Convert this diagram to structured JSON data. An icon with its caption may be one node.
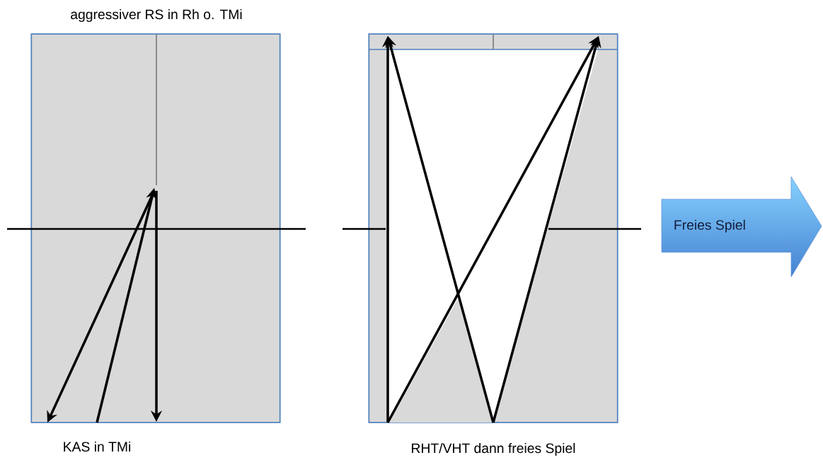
{
  "diagram": {
    "nodes": [
      {
        "text": [
          "aggressiver RS in Rh o. TMi"
        ],
        "beside": [
          "KAS in TMi"
        ]
      },
      {
        "text": [],
        "shape": "box",
        "beside": [
          "RHT/VHT dann freies Spiel"
        ]
      },
      {
        "text": [
          "Freies Spiel"
        ]
      }
    ]
  }
}
